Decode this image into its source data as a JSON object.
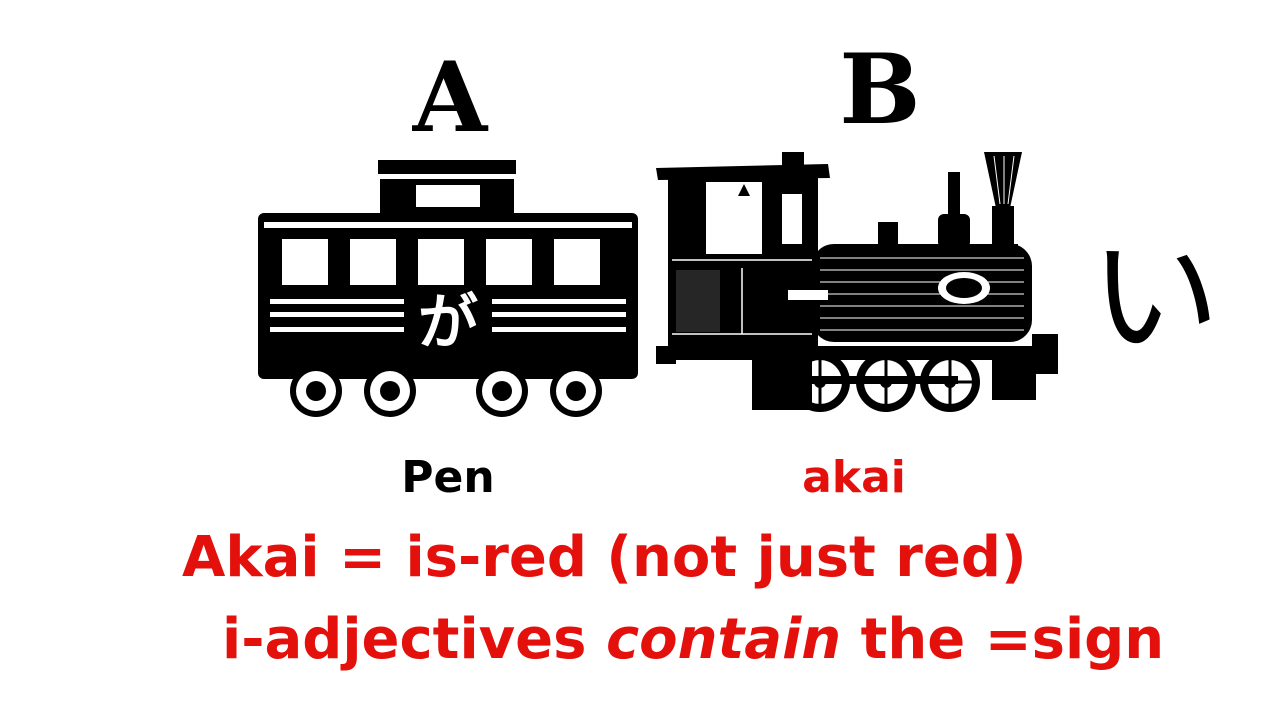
{
  "slide": {
    "label_a": "A",
    "label_b": "B",
    "particle": "が",
    "copula_kana": "い",
    "word_a": "Pen",
    "word_b": "akai",
    "line1": "Akai = is-red (not just red)",
    "line2_pre": "i-adjectives ",
    "line2_em": "contain",
    "line2_post": " the =sign"
  },
  "colors": {
    "accent_red": "#e4100c",
    "ink": "#000000",
    "background": "#ffffff"
  },
  "icons": {
    "left_image": "train-car-icon",
    "right_image": "steam-locomotive-illustration"
  }
}
